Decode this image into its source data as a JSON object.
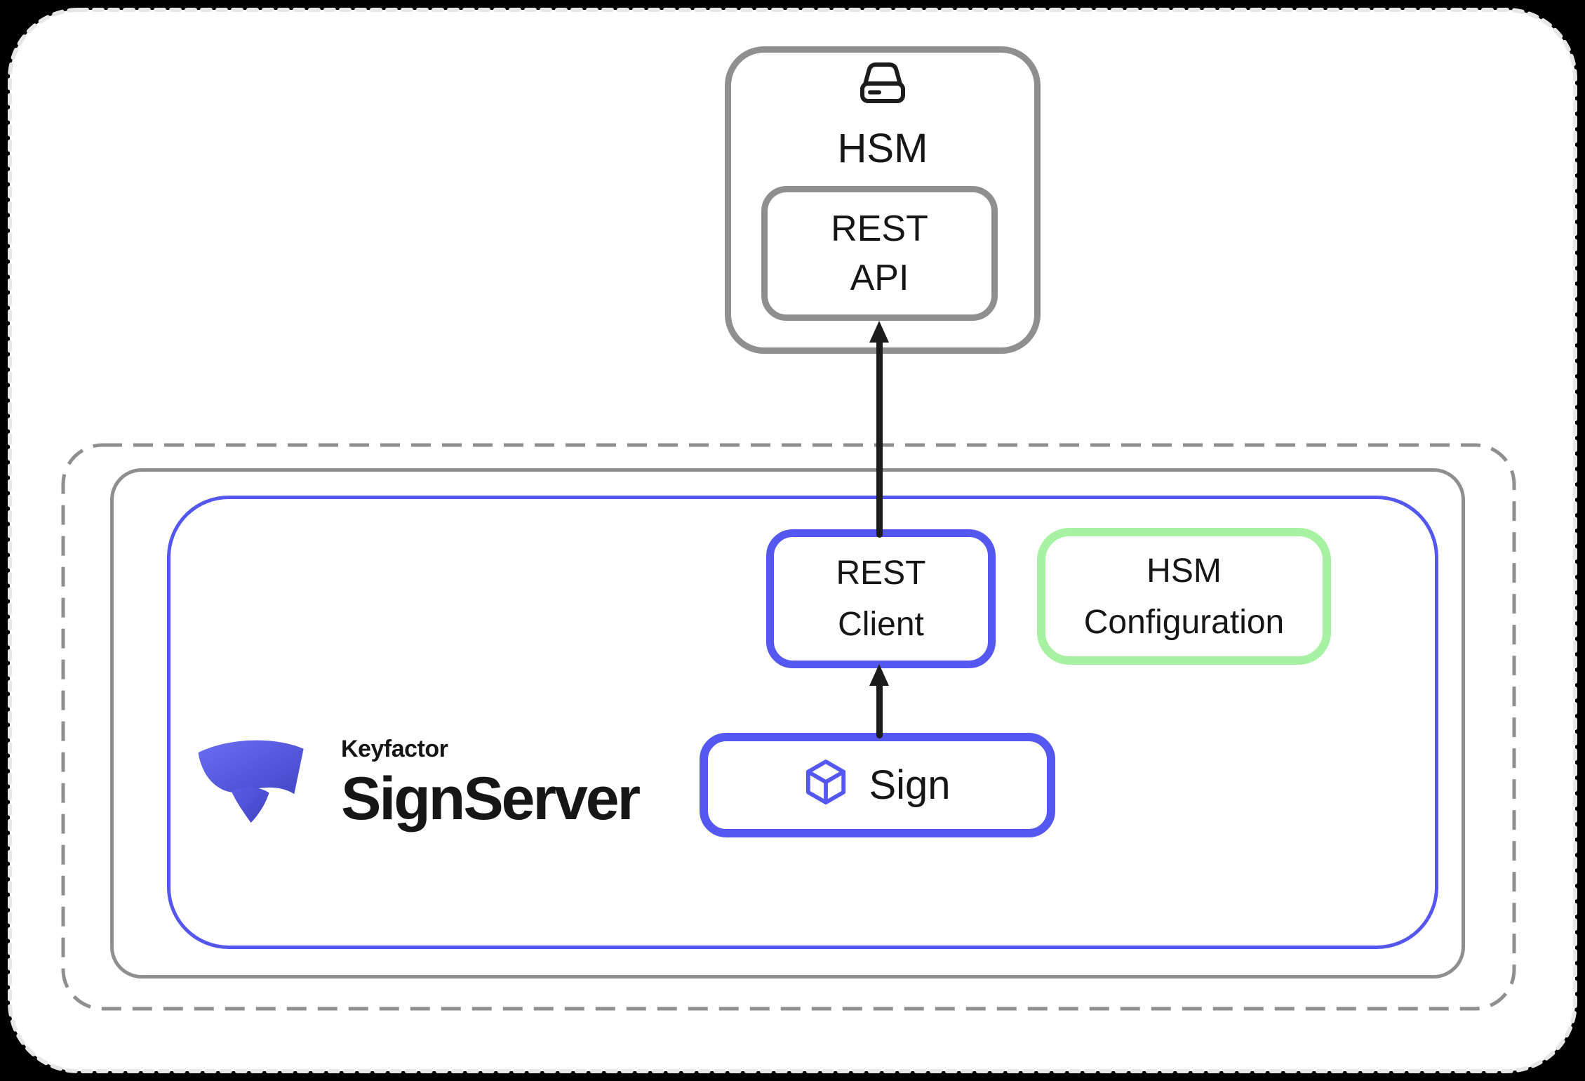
{
  "colors": {
    "background": "#000000",
    "card_border": "#e7e7e7",
    "boundary_gray": "#8f8f8f",
    "accent_blue": "#5458f0",
    "accent_green": "#a7f2a2",
    "arrow_black": "#1c1c1c",
    "text": "#161616",
    "logo_gradient_start": "#6b6df4",
    "logo_gradient_end": "#4547c8"
  },
  "hsm": {
    "title": "HSM",
    "icon": "drive-icon",
    "rest_api": {
      "line1": "REST",
      "line2": "API"
    }
  },
  "signserver": {
    "rest_client": {
      "line1": "REST",
      "line2": "Client"
    },
    "hsm_configuration": {
      "line1": "HSM",
      "line2": "Configuration"
    },
    "sign": {
      "label": "Sign",
      "icon": "cube-icon"
    },
    "logo": {
      "brand": "Keyfactor",
      "product": "SignServer",
      "mark": "keyfactor-ribbon-mark"
    }
  },
  "arrows": [
    {
      "name": "sign-to-rest-client",
      "direction": "up"
    },
    {
      "name": "rest-client-to-rest-api",
      "direction": "up"
    }
  ]
}
